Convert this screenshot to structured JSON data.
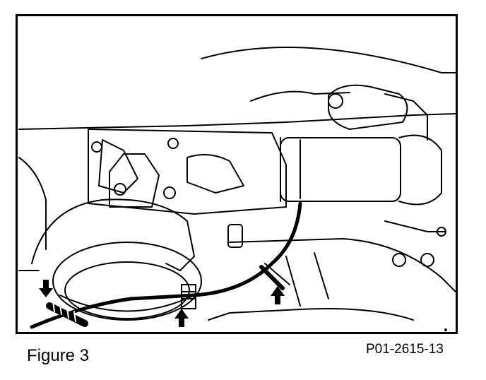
{
  "figure": {
    "caption": "Figure 3",
    "reference_code": "P01-2615-13",
    "illustration_icon": "engine-compartment-line-drawing",
    "arrow_icon": "arrow-marker",
    "line_color": "#000000",
    "background_color": "#ffffff"
  }
}
